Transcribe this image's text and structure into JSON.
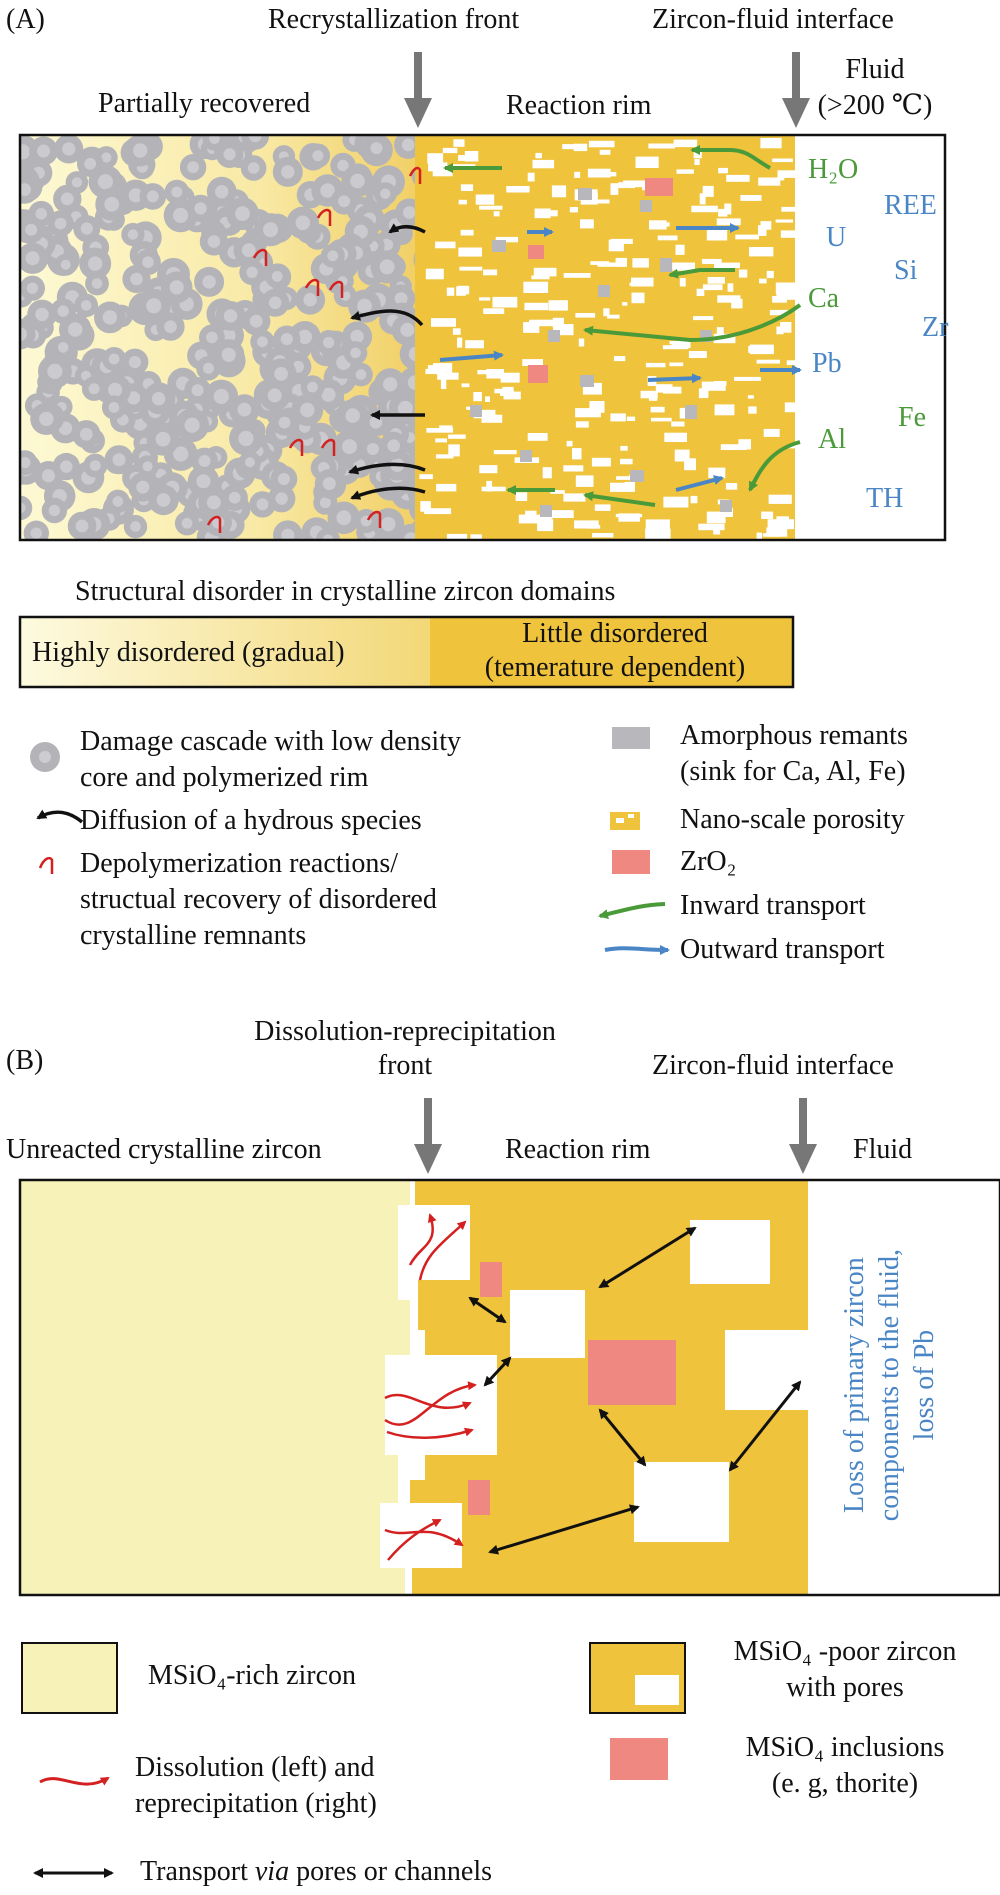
{
  "panelA": {
    "label": "(A)",
    "recrystallization_front": "Recrystallization front",
    "zircon_fluid_interface": "Zircon-fluid interface",
    "partially_recovered": "Partially recovered",
    "reaction_rim": "Reaction rim",
    "fluid_line1": "Fluid",
    "fluid_line2": "(>200 ℃)",
    "species_green": {
      "h2o": "H₂O",
      "ca": "Ca",
      "al": "Al",
      "fe": "Fe"
    },
    "species_blue": {
      "ree": "REE",
      "u": "U",
      "si": "Si",
      "zr": "Zr",
      "pb": "Pb",
      "th": "TH"
    },
    "disorder_title": "Structural disorder in crystalline zircon domains",
    "highly_disordered": "Highly disordered (gradual)",
    "little_disordered_1": "Little disordered",
    "little_disordered_2": "(temerature dependent)",
    "legend": {
      "damage_1": "Damage cascade with low density",
      "damage_2": "core and polymerized rim",
      "diffusion": "Diffusion of a hydrous species",
      "depoly_1": "Depolymerization reactions/",
      "depoly_2": "structual recovery of disordered",
      "depoly_3": "crystalline remnants",
      "amorph_1": "Amorphous remants",
      "amorph_2": "(sink for Ca, Al, Fe)",
      "nano": "Nano-scale porosity",
      "zro2": "ZrO₂",
      "inward": "Inward transport",
      "outward": "Outward transport"
    }
  },
  "panelB": {
    "label": "(B)",
    "dissolution_front_1": "Dissolution-reprecipitation",
    "dissolution_front_2": "front",
    "zircon_fluid_interface": "Zircon-fluid interface",
    "unreacted": "Unreacted crystalline zircon",
    "reaction_rim": "Reaction rim",
    "fluid": "Fluid",
    "loss_1": "Loss of primary zircon",
    "loss_2": "components to the fluid,",
    "loss_3": "loss of Pb",
    "legend": {
      "rich": "MSiO₄-rich zircon",
      "poor_1": "MSiO₄ -poor zircon",
      "poor_2": "with pores",
      "dissol_1": "Dissolution (left) and",
      "dissol_2": "reprecipitation (right)",
      "inclusions_1": "MSiO₄ inclusions",
      "inclusions_2": "(e. g, thorite)",
      "transport_pre": "Transport ",
      "transport_via": "via",
      "transport_post": " pores or channels"
    }
  },
  "colors": {
    "zircon_yellow": "#f0c33c",
    "pale_yellow": "#f6f2b8",
    "cascade_gray": "#b4b4b8",
    "zro2_pink": "#ee8880",
    "inward_green": "#4a9a3a",
    "outward_blue": "#4a86c5",
    "depoly_red": "#d42020"
  }
}
